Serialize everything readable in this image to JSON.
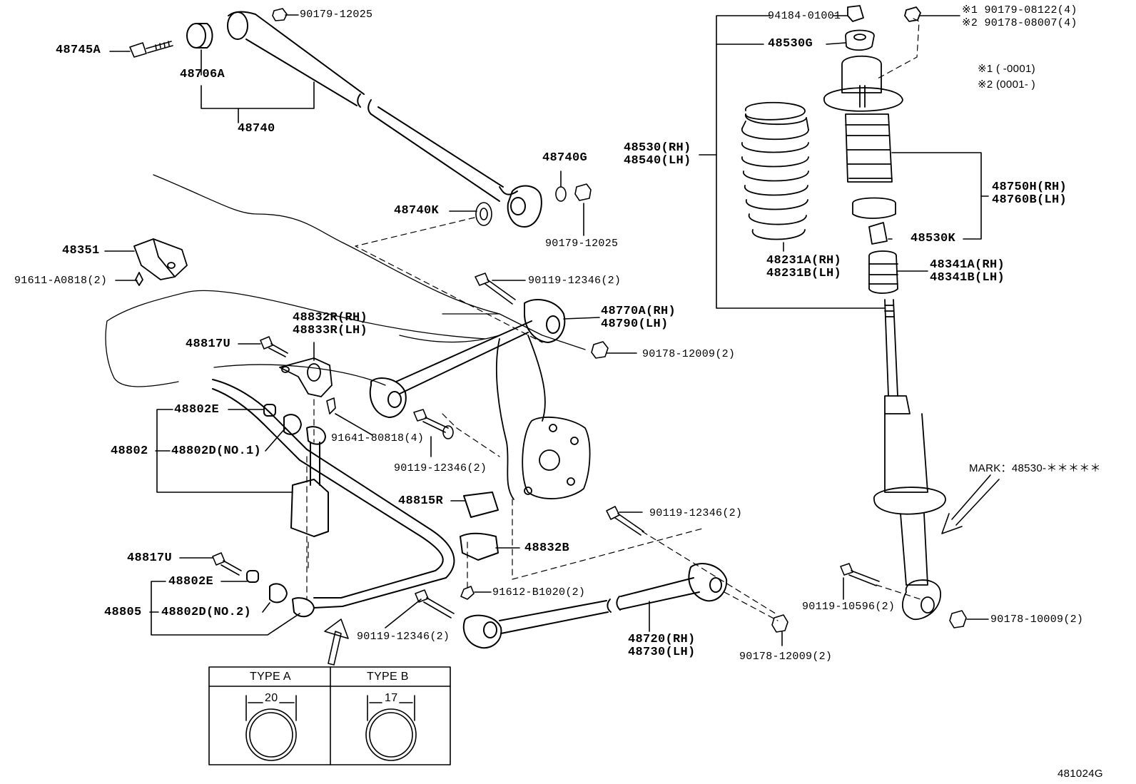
{
  "diagram_id": "481024G",
  "notes": {
    "note1_marker": "※1",
    "note1_range": "(      -0001)",
    "note2_marker": "※2",
    "note2_range": "(0001-      )",
    "mark_text": "MARK：48530-＊＊＊＊＊"
  },
  "parts": {
    "p48745A": "48745A",
    "p90179_12025_top": "90179-12025",
    "p48706A": "48706A",
    "p48740": "48740",
    "p48740G": "48740G",
    "p48740K": "48740K",
    "p90179_12025_mid": "90179-12025",
    "p48351": "48351",
    "p91611": "91611-A0818(2)",
    "p90119_a": "90119-12346(2)",
    "p48832R": "48832R(RH)",
    "p48833R": "48833R(LH)",
    "p48770A": "48770A(RH)",
    "p48790": "48790(LH)",
    "p48817U_a": "48817U",
    "p90178_12009_a": "90178-12009(2)",
    "p48802E_a": "48802E",
    "p48802": "48802",
    "p48802D_a": "48802D(NO.1)",
    "p91641": "91641-80818(4)",
    "p90119_b": "90119-12346(2)",
    "p48815R": "48815R",
    "p90119_c": "90119-12346(2)",
    "p48832B": "48832B",
    "p48817U_b": "48817U",
    "p48802E_b": "48802E",
    "p48805": "48805",
    "p48802D_b": "48802D(NO.2)",
    "p91612": "91612-B1020(2)",
    "p90119_d": "90119-12346(2)",
    "p48720": "48720(RH)",
    "p48730": "48730(LH)",
    "p90178_12009_b": "90178-12009(2)",
    "p94184": "94184-01001",
    "p48530G": "48530G",
    "p90179_08122": "※1 90179-08122(4)",
    "p90178_08007": "※2 90178-08007(4)",
    "p48530": "48530(RH)",
    "p48540": "48540(LH)",
    "p48750H": "48750H(RH)",
    "p48760B": "48760B(LH)",
    "p48530K": "48530K",
    "p48231A": "48231A(RH)",
    "p48231B": "48231B(LH)",
    "p48341A": "48341A(RH)",
    "p48341B": "48341B(LH)",
    "p90119_10596": "90119-10596(2)",
    "p90178_10009": "90178-10009(2)"
  },
  "type_table": {
    "type_a": "TYPE A",
    "type_b": "TYPE B",
    "dim_a": "20",
    "dim_b": "17"
  }
}
